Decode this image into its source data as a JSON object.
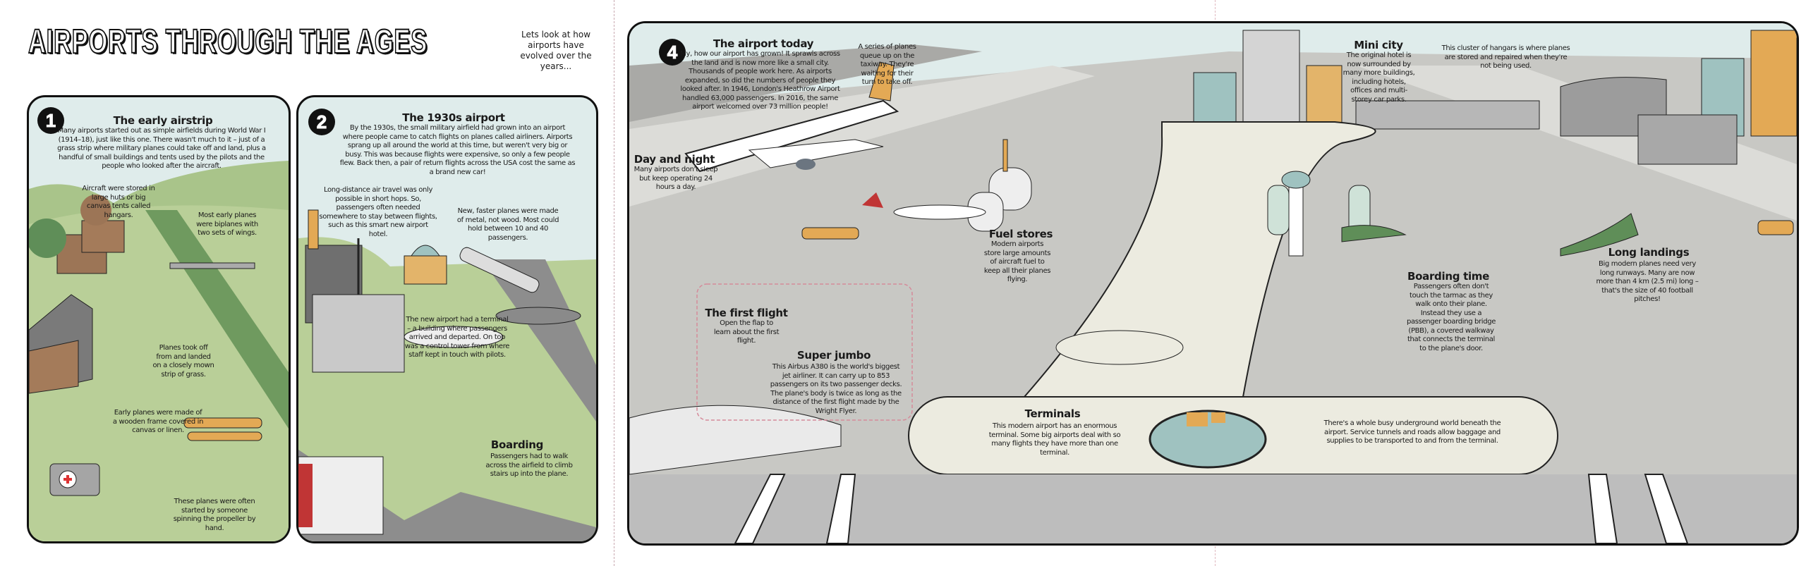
{
  "title": "AIRPORTS THROUGH THE AGES",
  "subtitle": "Lets look at how airports have evolved over the years...",
  "panel1": {
    "number": "1",
    "heading": "The early airstrip",
    "body": "Many airports started out as simple airfields during World War I (1914–18), just like this one. There wasn't much to it – just of a grass strip where military planes could take off and land, plus a handful of small buildings and tents used by the pilots and the people who looked after the aircraft.",
    "callouts": [
      "Aircraft were stored in large huts or big canvas tents called hangars.",
      "Most early planes were biplanes with two sets of wings.",
      "Planes took off from and landed on a closely mown strip of grass.",
      "Early planes were made of a wooden frame covered in canvas or linen.",
      "These planes were often started by someone spinning the propeller by hand."
    ]
  },
  "panel2": {
    "number": "2",
    "heading": "The 1930s airport",
    "body": "By the 1930s, the small military airfield had grown into an airport where people came to catch flights on planes called airliners. Airports sprang up all around the world at this time, but weren't very big or busy. This was because flights were expensive, so only a few people flew. Back then, a pair of return flights across the USA cost the same as a brand new car!",
    "callouts": [
      "Long-distance air travel was only possible in short hops. So, passengers often needed somewhere to stay between flights, such as this smart new airport hotel.",
      "New, faster planes were made of metal, not wood. Most could hold between 10 and 40 passengers.",
      "The new airport had a terminal – a building where passengers arrived and departed. On top was a control tower from where staff kept in touch with pilots."
    ],
    "boarding_heading": "Boarding",
    "boarding_body": "Passengers had to walk across the airfield to climb stairs up into the plane."
  },
  "panel4": {
    "number": "4",
    "heading": "The airport today",
    "body": "My, how our airport has grown! It sprawls across the land and is now more like a small city. Thousands of people work here. As airports expanded, so did the numbers of people they looked after. In 1946, London's Heathrow Airport handled 63,000 passengers. In 2016, the same airport welcomed over 73 million people!",
    "taxiway_note": "A series of planes queue up on the taxiway. They're waiting for their turn to take off.",
    "day_night_heading": "Day and night",
    "day_night_body": "Many airports don't sleep but keep operating 24 hours a day.",
    "fuel_heading": "Fuel stores",
    "fuel_body": "Modern airports store large amounts of aircraft fuel to keep all their planes flying.",
    "first_flight_heading": "The first flight",
    "first_flight_body": "Open the flap to learn about the first flight.",
    "jumbo_heading": "Super jumbo",
    "jumbo_body": "This Airbus A380 is the world's biggest jet airliner. It can carry up to 853 passengers on its two passenger decks. The plane's body is twice as long as the distance of the first flight made by the Wright Flyer.",
    "mini_city_heading": "Mini city",
    "mini_city_body": "The original hotel is now surrounded by many more buildings, including hotels, offices and multi-storey car parks.",
    "hangars_note": "This cluster of hangars is where planes are stored and repaired when they're not being used.",
    "long_landings_heading": "Long landings",
    "long_landings_body": "Big modern planes need very long runways. Many are now more than 4 km (2.5 mi) long – that's the size of 40 football pitches!",
    "boarding_time_heading": "Boarding time",
    "boarding_time_body": "Passengers often don't touch the tarmac as they walk onto their plane. Instead they use a passenger boarding bridge (PBB), a covered walkway that connects the terminal to the plane's door.",
    "terminals_heading": "Terminals",
    "terminals_body": "This modern airport has an enormous terminal. Some big airports deal with so many flights they have more than one terminal.",
    "underground_note": "There's a whole busy underground world beneath the airport. Service tunnels and roads allow baggage and supplies to be transported to and from the terminal."
  },
  "colors": {
    "sky": "#dfeceb",
    "grass": "#b9cf98",
    "grass_dark": "#6f9a5f",
    "tarmac": "#c8c8c4",
    "terminal": "#ecebe0",
    "flap": "#d58a9a"
  }
}
